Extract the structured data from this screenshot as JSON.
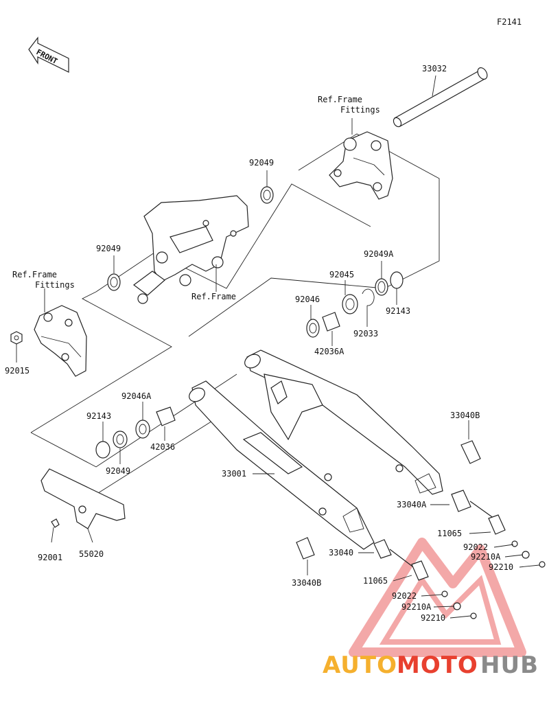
{
  "figure_code": "F2141",
  "direction_label": "FRONT",
  "watermark": {
    "part1": "AUTO",
    "part2": "MOTO",
    "part3": "HUB",
    "color_orange": "#f5b02e",
    "color_red": "#e8402f",
    "color_gray": "#8a8a8a"
  },
  "labels": {
    "p33032": "33032",
    "ref_frame_fittings_top": [
      "Ref.Frame",
      "Fittings"
    ],
    "p92049_top": "92049",
    "p92049_mid": "92049",
    "ref_frame": "Ref.Frame",
    "ref_frame_fittings_left": [
      "Ref.Frame",
      "Fittings"
    ],
    "p92015": "92015",
    "p92049A": "92049A",
    "p92045": "92045",
    "p92046": "92046",
    "p92143_right": "92143",
    "p92033": "92033",
    "p42036A": "42036A",
    "p92046A": "92046A",
    "p92143_left": "92143",
    "p42036": "42036",
    "p92049_low": "92049",
    "p33040B_right": "33040B",
    "p33001": "33001",
    "p33040A": "33040A",
    "p11065_right": "11065",
    "p92022_right": "92022",
    "p92210A_right": "92210A",
    "p92210_right": "92210",
    "p92001": "92001",
    "p55020": "55020",
    "p33040": "33040",
    "p33040B_low": "33040B",
    "p11065_low": "11065",
    "p92022_low": "92022",
    "p92210A_low": "92210A",
    "p92210_low": "92210"
  }
}
